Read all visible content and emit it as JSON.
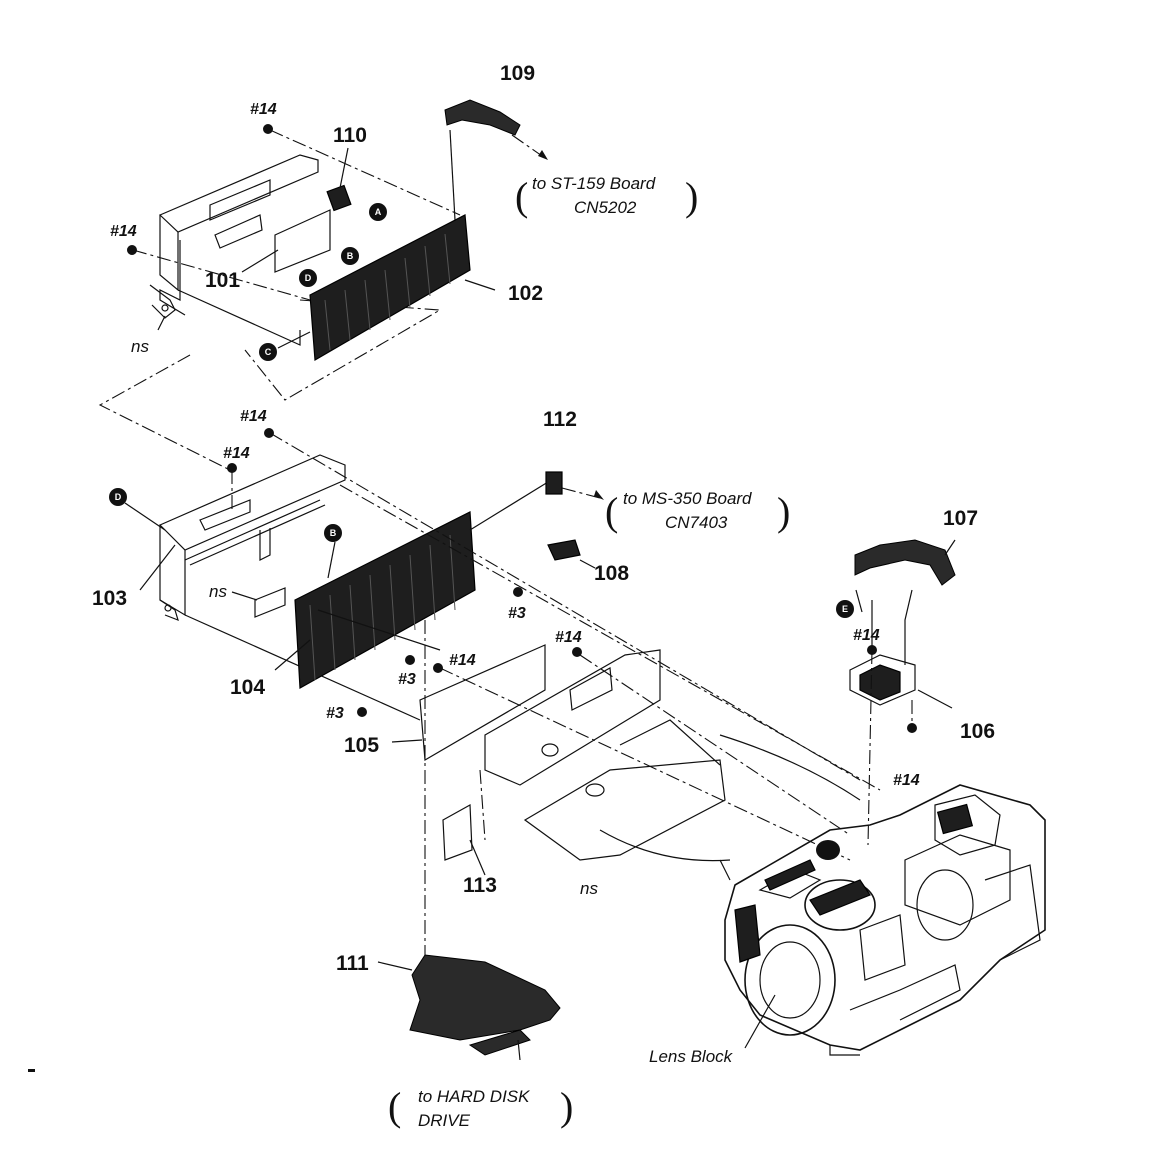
{
  "parts": {
    "p101": "101",
    "p102": "102",
    "p103": "103",
    "p104": "104",
    "p105": "105",
    "p106": "106",
    "p107": "107",
    "p108": "108",
    "p109": "109",
    "p110": "110",
    "p111": "111",
    "p112": "112",
    "p113": "113"
  },
  "screws": {
    "s14": "#14",
    "s3": "#3"
  },
  "not_supplied": "ns",
  "connections": {
    "st159_line1": "to ST-159 Board",
    "st159_line2": "CN5202",
    "ms350_line1": "to MS-350 Board",
    "ms350_line2": "CN7403",
    "hdd_line1": "to HARD DISK",
    "hdd_line2": "DRIVE"
  },
  "lens_block": "Lens Block",
  "markers": {
    "A": "A",
    "B": "B",
    "C": "C",
    "D": "D",
    "E": "E"
  }
}
